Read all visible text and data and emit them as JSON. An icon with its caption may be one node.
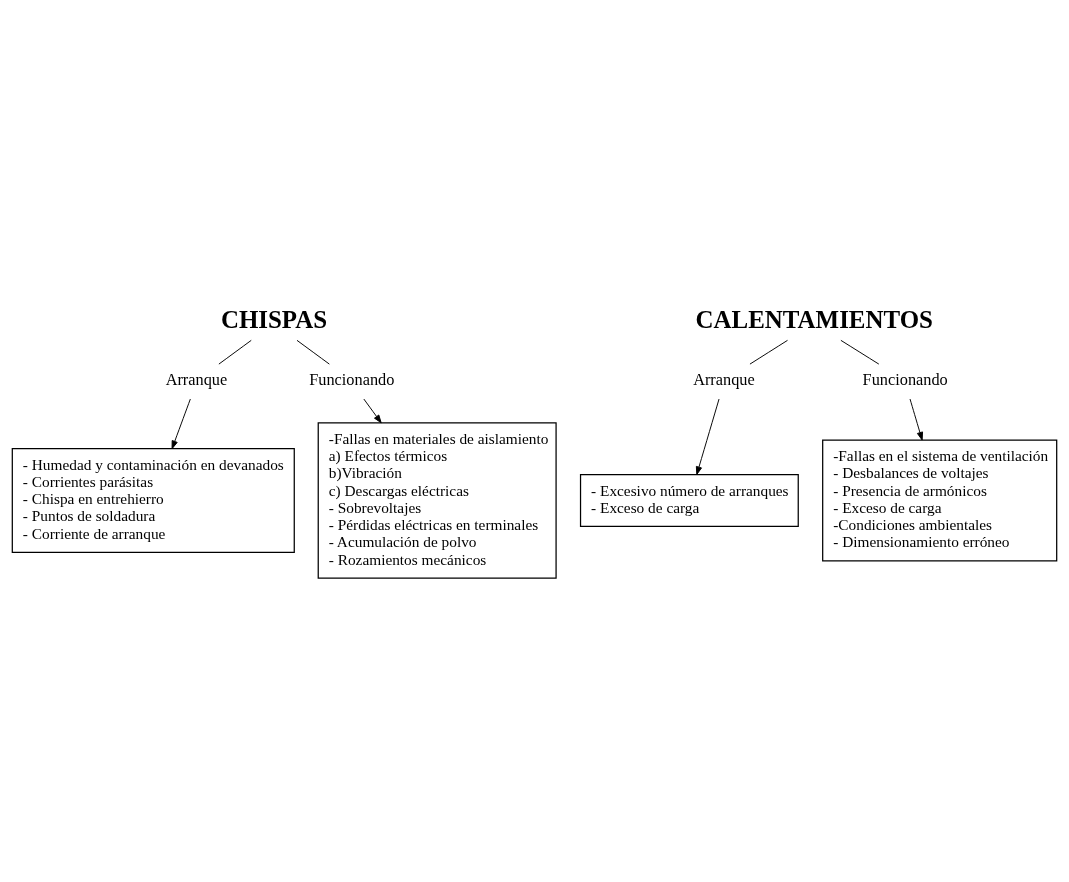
{
  "diagram": {
    "nodes": [
      {
        "text": [
          "CHISPAS"
        ]
      },
      {
        "text": [
          "Arranque"
        ]
      },
      {
        "text": [
          "Funcionando"
        ]
      },
      {
        "text": [
          "- Humedad y contaminación en devanados",
          "- Corrientes parásitas",
          "- Chispa en entrehierro",
          "- Puntos de soldadura",
          "- Corriente de arranque"
        ]
      },
      {
        "text": [
          "-Fallas en materiales de aislamiento",
          "a) Efectos térmicos",
          "b)Vibración",
          "c) Descargas eléctricas",
          "- Sobrevoltajes",
          "- Pérdidas eléctricas en terminales",
          "- Acumulación de polvo",
          "- Rozamientos mecánicos"
        ]
      },
      {
        "text": [
          "CALENTAMIENTOS"
        ]
      },
      {
        "text": [
          "Arranque"
        ]
      },
      {
        "text": [
          "Funcionando"
        ]
      },
      {
        "text": [
          "- Excesivo número de arranques",
          "- Exceso de carga"
        ]
      },
      {
        "text": [
          "-Fallas en el sistema de ventilación",
          "- Desbalances de voltajes",
          "- Presencia de armónicos",
          "- Exceso de carga",
          "-Condiciones ambientales",
          "- Dimensionamiento erróneo"
        ]
      }
    ],
    "edges": [
      {
        "from": 0,
        "to": 1,
        "arrow": "none"
      },
      {
        "from": 0,
        "to": 2,
        "arrow": "none"
      },
      {
        "from": 1,
        "to": 3,
        "arrow": "to"
      },
      {
        "from": 2,
        "to": 4,
        "arrow": "to"
      },
      {
        "from": 5,
        "to": 6,
        "arrow": "none"
      },
      {
        "from": 5,
        "to": 7,
        "arrow": "none"
      },
      {
        "from": 6,
        "to": 8,
        "arrow": "to"
      },
      {
        "from": 7,
        "to": 9,
        "arrow": "to"
      }
    ]
  }
}
